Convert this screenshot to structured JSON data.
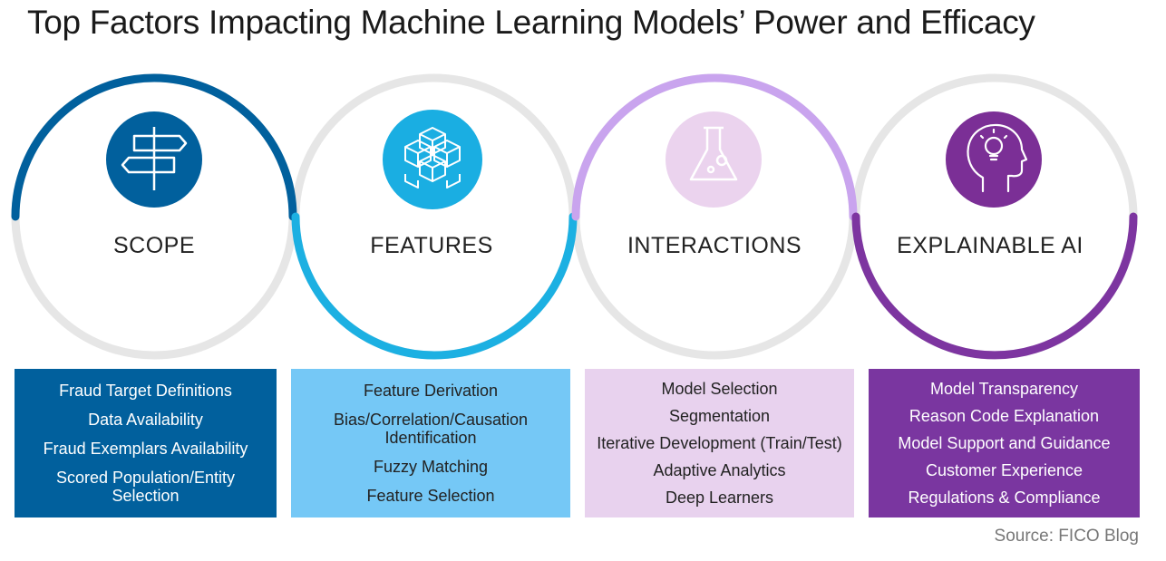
{
  "title": "Top Factors Impacting Machine Learning Models’ Power and Efficacy",
  "colors": {
    "scope": "#01609d",
    "features": "#1cb0e2",
    "interactions": "#c9a4ee",
    "xai": "#7d35a0",
    "ring_gray": "#e6e6e6"
  },
  "factors": [
    {
      "label": "SCOPE",
      "icon": "signpost-icon",
      "items": [
        "Fraud Target Definitions",
        "Data Availability",
        "Fraud Exemplars Availability",
        "Scored Population/Entity Selection"
      ]
    },
    {
      "label": "FEATURES",
      "icon": "cubes-icon",
      "items": [
        "Feature Derivation",
        "Bias/Correlation/Causation Identification",
        "Fuzzy Matching",
        "Feature Selection"
      ]
    },
    {
      "label": "INTERACTIONS",
      "icon": "flask-icon",
      "items": [
        "Model Selection",
        "Segmentation",
        "Iterative Development (Train/Test)",
        "Adaptive Analytics",
        "Deep Learners"
      ]
    },
    {
      "label": "EXPLAINABLE AI",
      "icon": "head-lightbulb-icon",
      "items": [
        "Model Transparency",
        "Reason Code Explanation",
        "Model Support and Guidance",
        "Customer Experience",
        "Regulations & Compliance"
      ]
    }
  ],
  "source": "Source: FICO Blog"
}
